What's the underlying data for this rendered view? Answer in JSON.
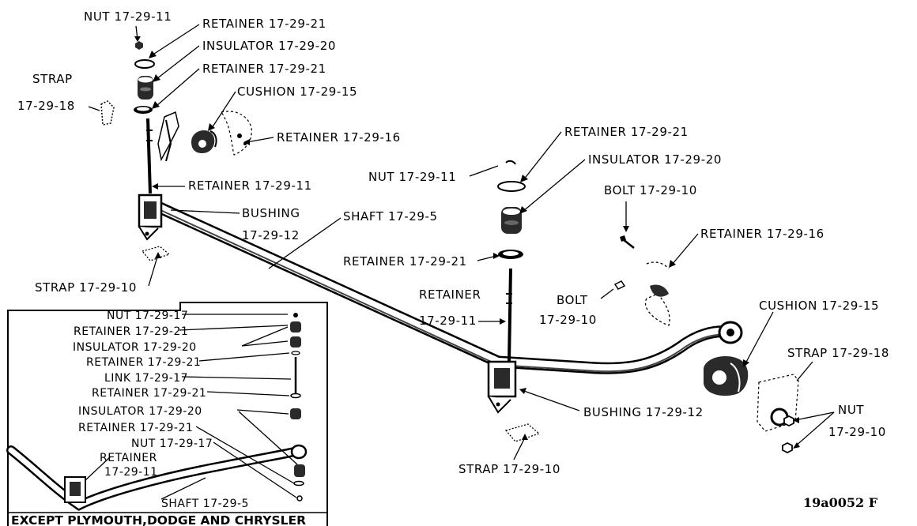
{
  "labels": {
    "nut_top": "NUT 17-29-11",
    "ret_top_1": "RETAINER 17-29-21",
    "ins_top": "INSULATOR 17-29-20",
    "ret_top_2": "RETAINER 17-29-21",
    "strap_left_a": "STRAP",
    "strap_left_b": "17-29-18",
    "cushion_left": "CUSHION 17-29-15",
    "ret16_left": "RETAINER 17-29-16",
    "ret11_left": "RETAINER 17-29-11",
    "bushing_left_a": "BUSHING",
    "bushing_left_b": "17-29-12",
    "shaft": "SHAFT 17-29-5",
    "strap10_left": "STRAP 17-29-10",
    "ret21_mid_top": "RETAINER 17-29-21",
    "nut_mid": "NUT 17-29-11",
    "ins_mid": "INSULATOR 17-29-20",
    "bolt_upper_a": "BOLT 17-29-10",
    "ret16_right": "RETAINER 17-29-16",
    "ret21_mid_low": "RETAINER 17-29-21",
    "ret11_mid_a": "RETAINER",
    "ret11_mid_b": "17-29-11",
    "bolt_mid_a": "BOLT",
    "bolt_mid_b": "17-29-10",
    "cushion_right": "CUSHION 17-29-15",
    "strap18_right": "STRAP 17-29-18",
    "bushing_right": "BUSHING 17-29-12",
    "nut_right_a": "NUT",
    "nut_right_b": "17-29-10",
    "strap10_right": "STRAP 17-29-10",
    "figure_ref": "19a0052 F"
  },
  "inset": {
    "caption": "EXCEPT PLYMOUTH,DODGE AND CHRYSLER",
    "nut_a": "NUT 17-29-17",
    "ret21_a": "RETAINER 17-29-21",
    "ins_a": "INSULATOR 17-29-20",
    "ret21_b": "RETAINER 17-29-21",
    "link": "LINK 17-29-17",
    "ret21_c": "RETAINER 17-29-21",
    "ins_b": "INSULATOR 17-29-20",
    "ret21_d": "RETAINER 17-29-21",
    "nut_b": "NUT 17-29-17",
    "ret11_a": "RETAINER",
    "ret11_b": "17-29-11",
    "shaft": "SHAFT 17-29-5"
  }
}
